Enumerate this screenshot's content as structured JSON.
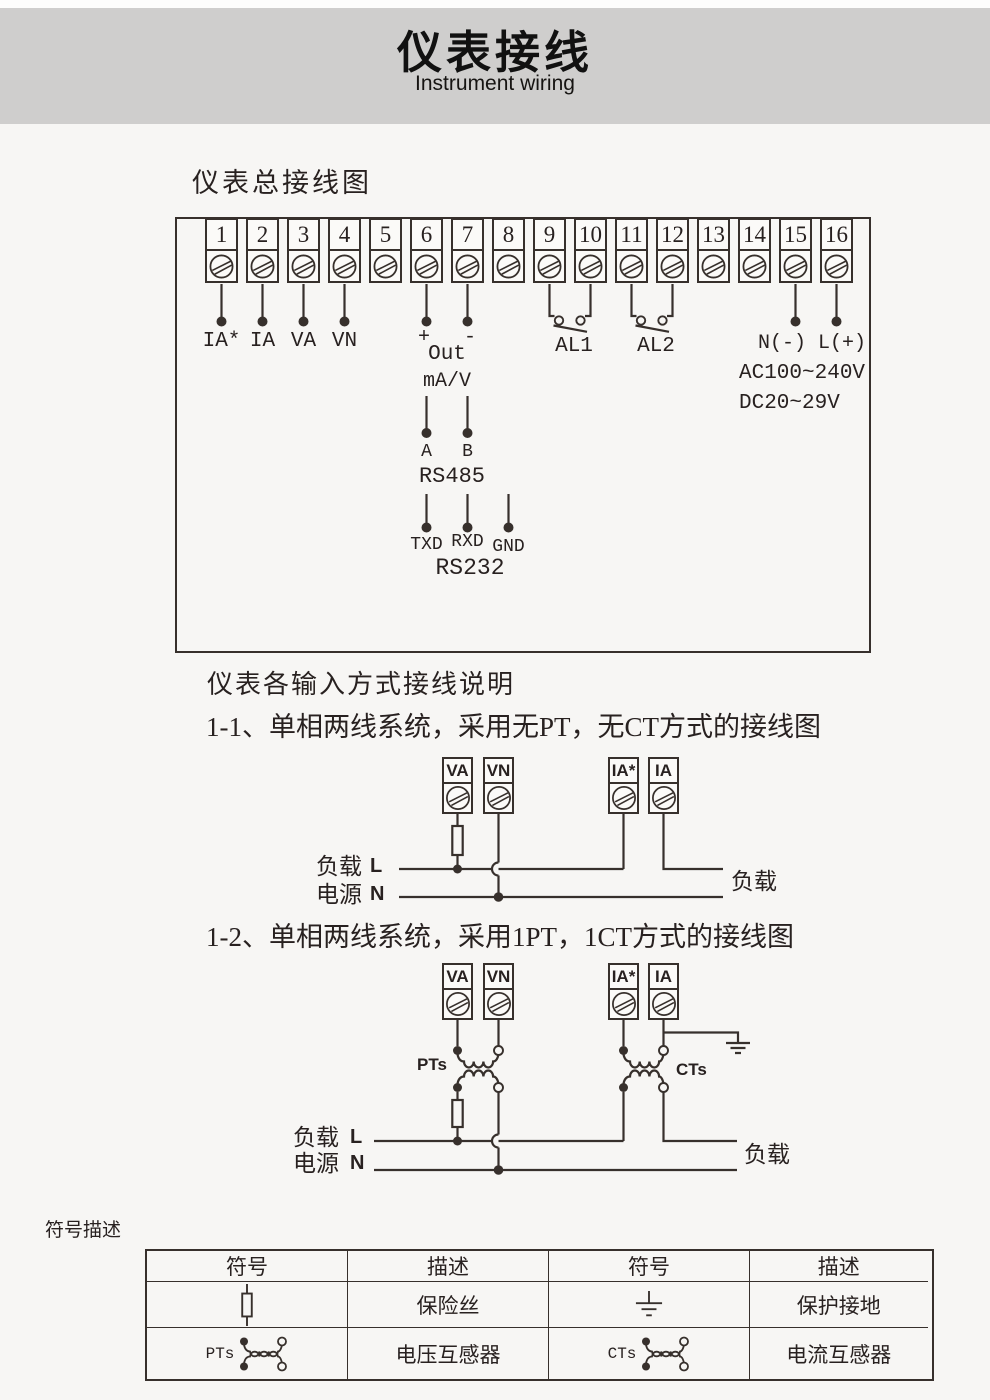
{
  "banner": {
    "title": "仪表接线",
    "subtitle": "Instrument wiring"
  },
  "headings": {
    "overall": "仪表总接线图",
    "input_modes": "仪表各输入方式接线说明",
    "d11": "1-1、单相两线系统，采用无PT，无CT方式的接线图",
    "d12": "1-2、单相两线系统，采用1PT，1CT方式的接线图",
    "symbols": "符号描述"
  },
  "strip": {
    "numbers": [
      "1",
      "2",
      "3",
      "4",
      "5",
      "6",
      "7",
      "8",
      "9",
      "10",
      "11",
      "12",
      "13",
      "14",
      "15",
      "16"
    ],
    "ia_star": "IA*",
    "ia": "IA",
    "va": "VA",
    "vn": "VN",
    "plus": "+",
    "minus": "-",
    "out": "Out",
    "out_unit": "mA/V",
    "al1": "AL1",
    "al2": "AL2",
    "power": "N(-) L(+)",
    "ac": "AC100~240V",
    "dc": "DC20~29V",
    "rs485": {
      "a": "A",
      "b": "B",
      "name": "RS485"
    },
    "rs232": {
      "txd": "TXD",
      "rxd": "RXD",
      "gnd": "GND",
      "name": "RS232"
    }
  },
  "d11": {
    "va": "VA",
    "vn": "VN",
    "ia_star": "IA*",
    "ia": "IA",
    "load": "负载",
    "l": "L",
    "source": "电源",
    "n": "N",
    "load_right": "负载"
  },
  "d12": {
    "va": "VA",
    "vn": "VN",
    "ia_star": "IA*",
    "ia": "IA",
    "pts": "PTs",
    "cts": "CTs",
    "load": "负载",
    "l": "L",
    "source": "电源",
    "n": "N",
    "load_right": "负载"
  },
  "table": {
    "headers": [
      "符号",
      "描述",
      "符号",
      "描述"
    ],
    "row1": {
      "desc1": "保险丝",
      "desc2": "保护接地"
    },
    "row2": {
      "sym1": "PTs",
      "desc1": "电压互感器",
      "sym2": "CTs",
      "desc2": "电流互感器"
    }
  }
}
